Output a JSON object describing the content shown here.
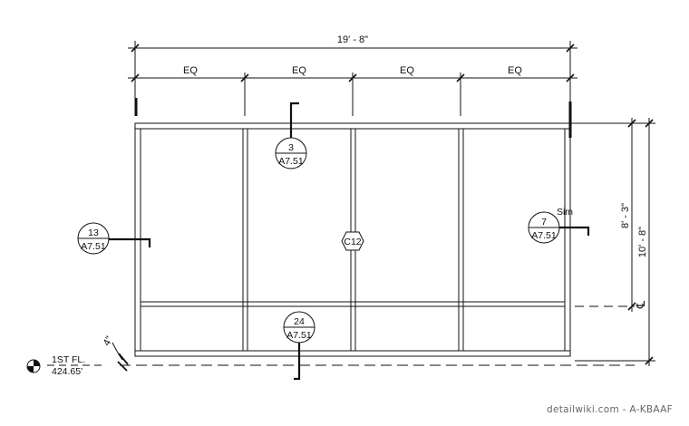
{
  "dimensions": {
    "overall_width": "19' - 8\"",
    "bays": [
      "EQ",
      "EQ",
      "EQ",
      "EQ"
    ],
    "right_height_inner": "8' - 3\"",
    "right_height_outer": "10' - 8\"",
    "left_offset": "4\""
  },
  "section_tags": [
    {
      "number": "3",
      "sheet": "A7.51"
    },
    {
      "number": "13",
      "sheet": "A7.51"
    },
    {
      "number": "7",
      "sheet": "A7.51",
      "note": "Sim"
    },
    {
      "number": "24",
      "sheet": "A7.51"
    }
  ],
  "type_tag": "C12",
  "centerline_symbol": "℄",
  "level": {
    "name": "1ST FL.",
    "elevation": "424.65'"
  },
  "watermark": "detailwiki.com - A-KBAAF"
}
